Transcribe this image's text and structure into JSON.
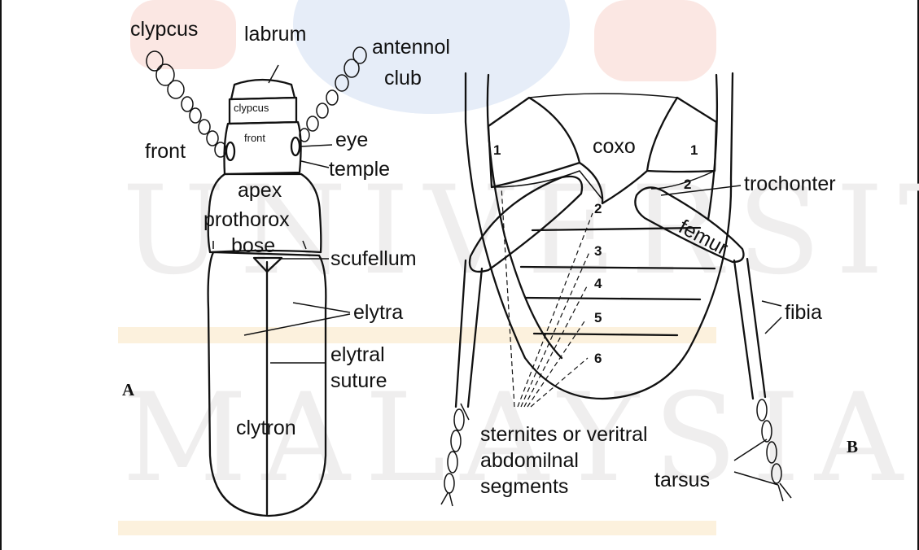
{
  "figure_a": {
    "tag": "A",
    "labels": {
      "clypcus": "clypcus",
      "labrum": "labrum",
      "antennol": "antennol",
      "club": "club",
      "front": "front",
      "eye": "eye",
      "temple": "temple",
      "apex": "apex",
      "prothorox": "prothorox",
      "bose": "bose",
      "scufellum": "scufellum",
      "elytra": "elytra",
      "elytral": "elytral",
      "suture": "suture",
      "clytron": "clytron",
      "head_clypcus": "clypcus",
      "head_front": "front"
    }
  },
  "figure_b": {
    "tag": "B",
    "labels": {
      "coxo": "coxo",
      "trochonter": "trochonter",
      "femur": "femur",
      "fibia": "fibia",
      "sternites_line1": "sternites or veritral",
      "sternites_line2": "abdomilnal",
      "sternites_line3": "segments",
      "tarsus": "tarsus"
    },
    "segment_numbers": [
      "1",
      "1",
      "2",
      "2",
      "3",
      "4",
      "5",
      "6"
    ]
  },
  "watermark": {
    "line1": "UNIVERSITI",
    "line2": "MALAYSIA",
    "colors": {
      "red": "#fbe7e3",
      "blue": "#e6edf8",
      "gold": "#fcf1dd"
    }
  }
}
